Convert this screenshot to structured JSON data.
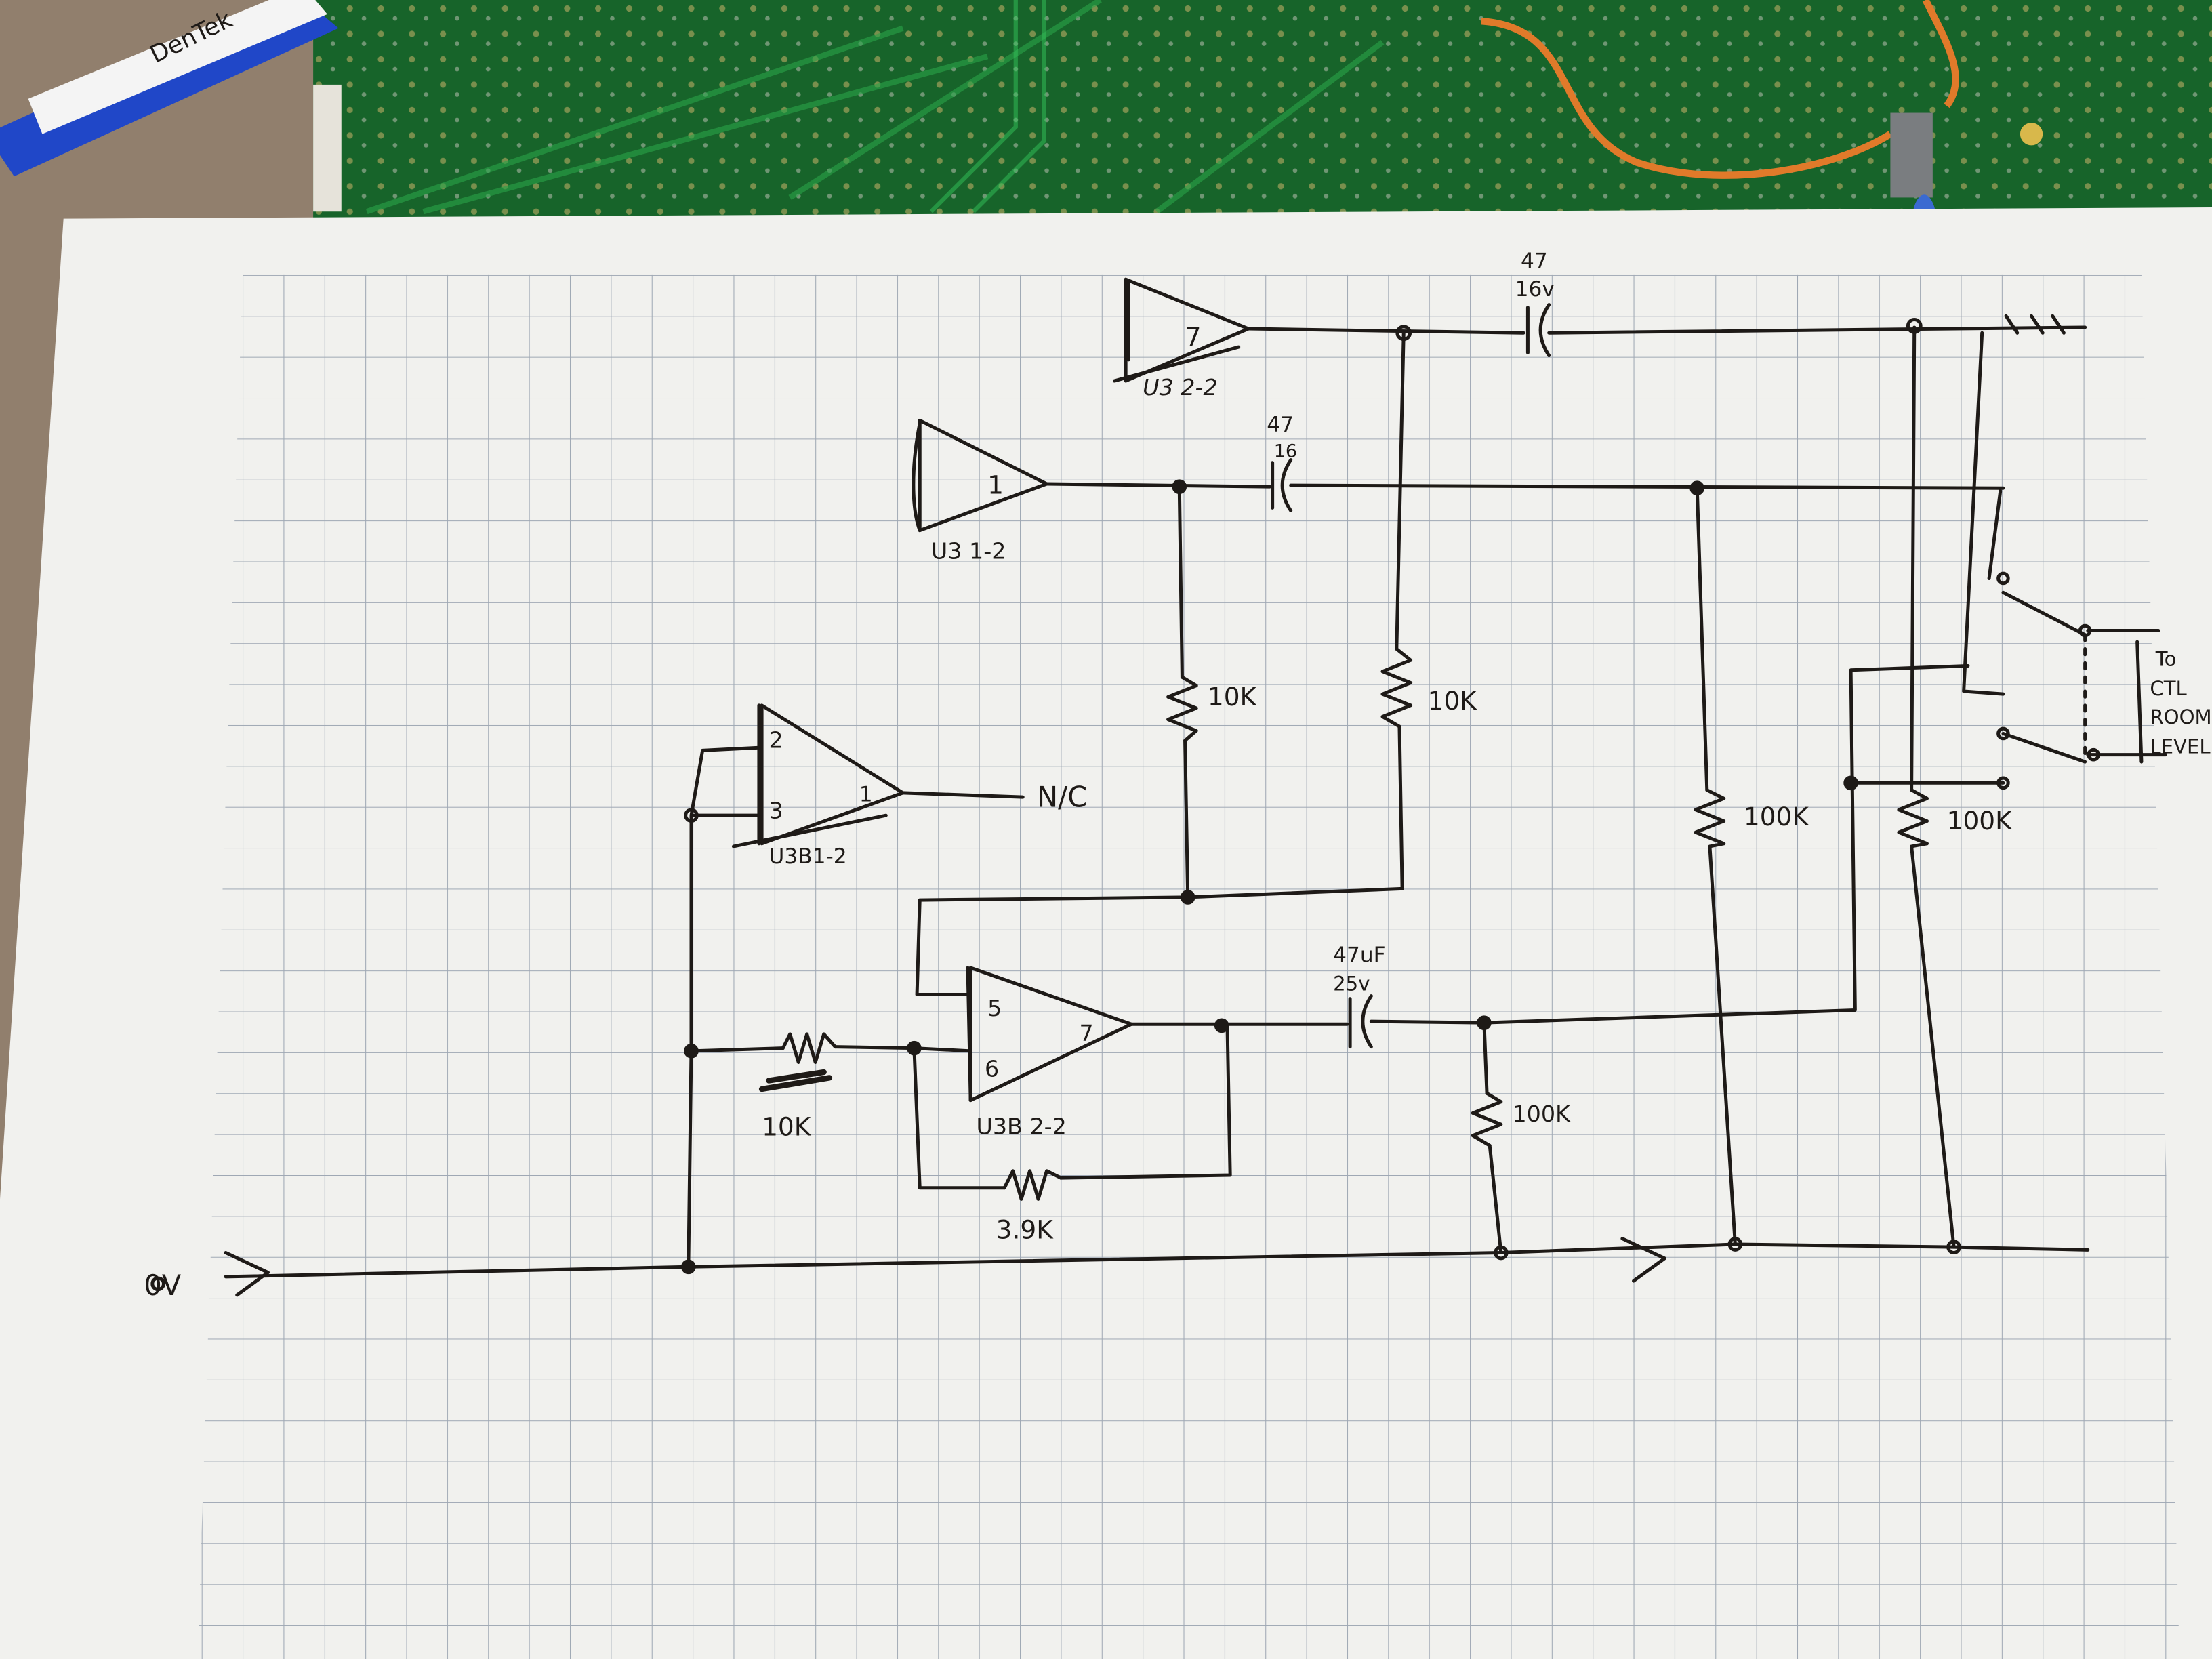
{
  "photo": {
    "pen_brand": "DenTek"
  },
  "schematic": {
    "components": {
      "u3_2_2": {
        "pin": "7",
        "label": "U3 2-2"
      },
      "u3_1_2": {
        "pin": "1",
        "label": "U3 1-2"
      },
      "u3b_1_2": {
        "pin_in_a": "2",
        "pin_in_b": "3",
        "pin_out": "1",
        "label": "U3B1-2",
        "output_note": "N/C"
      },
      "u3b_2_2": {
        "pin_in_a": "5",
        "pin_in_b": "6",
        "pin_out": "7",
        "label": "U3B 2-2"
      },
      "cap_top": {
        "value": "47",
        "voltage": "16v"
      },
      "cap_mid": {
        "value": "47",
        "voltage": "16"
      },
      "cap_low": {
        "value": "47uF",
        "voltage": "25v"
      },
      "r_10k_a": {
        "value": "10K"
      },
      "r_10k_b": {
        "value": "10K"
      },
      "r_10k_c": {
        "value": "10K"
      },
      "r_3_9k": {
        "value": "3.9K"
      },
      "r_100k_a": {
        "value": "100K"
      },
      "r_100k_b": {
        "value": "100K"
      },
      "r_100k_c": {
        "value": "100K"
      }
    },
    "labels": {
      "ground_rail": "0V",
      "destination": [
        "To",
        "CTL",
        "ROOM",
        "LEVEL"
      ]
    }
  },
  "colors": {
    "ink": "#1e1a17",
    "paper": "#f1f1ee",
    "grid": "#9fa8b4",
    "pcb": "#17642a",
    "carpet": "#8a7a68",
    "wire": "#e07a2a"
  }
}
